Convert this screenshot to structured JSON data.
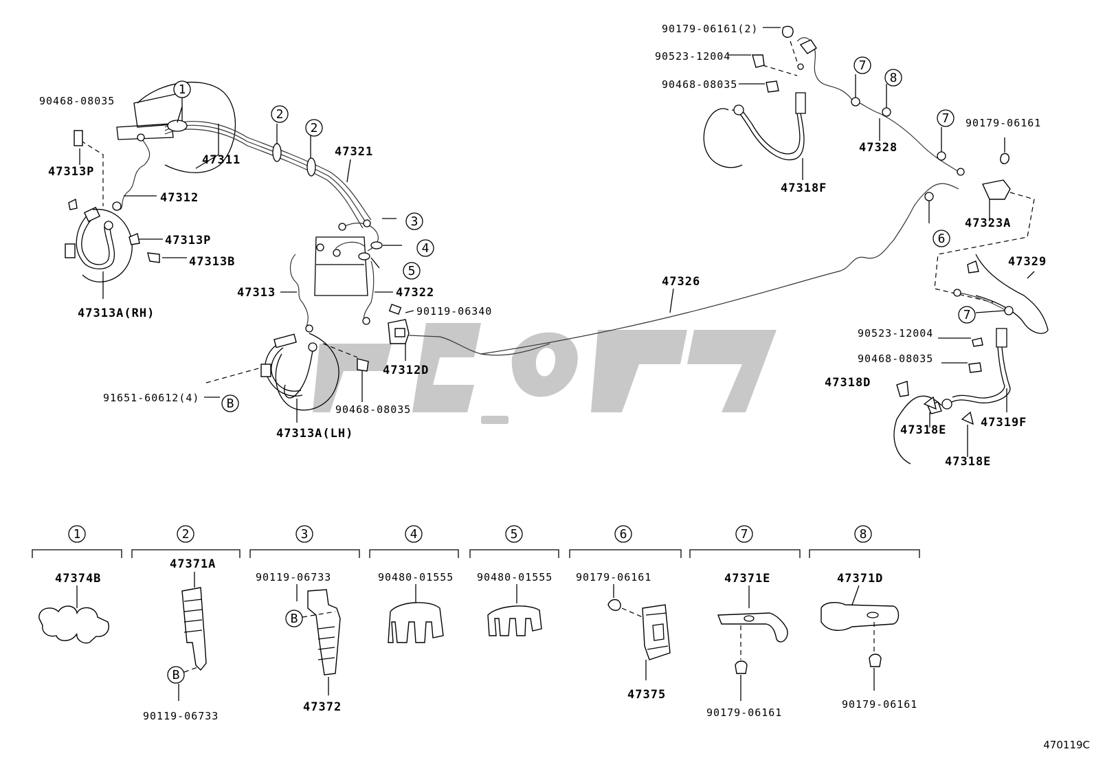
{
  "diagram_code": "470119C",
  "watermark": "كوپاكي",
  "callouts": {
    "c1": "1",
    "c2": "2",
    "c3": "3",
    "c4": "4",
    "c5": "5",
    "c6": "6",
    "c7": "7",
    "c8": "8",
    "cB": "B"
  },
  "parts": {
    "p90468_08035_a": "90468-08035",
    "p47313P_a": "47313P",
    "p47312": "47312",
    "p47313P_b": "47313P",
    "p47313B": "47313B",
    "p47313A_RH": "47313A(RH)",
    "p47311": "47311",
    "p47321": "47321",
    "p47313": "47313",
    "p47322": "47322",
    "p90119_06340": "90119-06340",
    "p47312D": "47312D",
    "p90468_08035_b": "90468-08035",
    "p91651_60612": "91651-60612(4)",
    "p47313A_LH": "47313A(LH)",
    "p47326": "47326",
    "p90179_06161_2": "90179-06161(2)",
    "p90523_12004_a": "90523-12004",
    "p90468_08035_c": "90468-08035",
    "p47318F": "47318F",
    "p47328": "47328",
    "p90179_06161_a": "90179-06161",
    "p47323A": "47323A",
    "p47329": "47329",
    "p90523_12004_b": "90523-12004",
    "p90468_08035_d": "90468-08035",
    "p47318D": "47318D",
    "p47318E_a": "47318E",
    "p47318E_b": "47318E",
    "p47319F": "47319F"
  },
  "legend": {
    "g1": {
      "num": "1",
      "top": "47374B",
      "bottom": ""
    },
    "g2": {
      "num": "2",
      "top": "47371A",
      "bottom": "90119-06733"
    },
    "g3": {
      "num": "3",
      "top": "90119-06733",
      "bottom": "47372"
    },
    "g4": {
      "num": "4",
      "top": "90480-01555",
      "bottom": ""
    },
    "g5": {
      "num": "5",
      "top": "90480-01555",
      "bottom": ""
    },
    "g6": {
      "num": "6",
      "top": "90179-06161",
      "bottom": "47375"
    },
    "g7": {
      "num": "7",
      "top": "47371E",
      "bottom": "90179-06161"
    },
    "g8": {
      "num": "8",
      "top": "47371D",
      "bottom": "90179-06161"
    }
  },
  "colors": {
    "ink": "#000000",
    "watermark": "#c8c8c8"
  }
}
